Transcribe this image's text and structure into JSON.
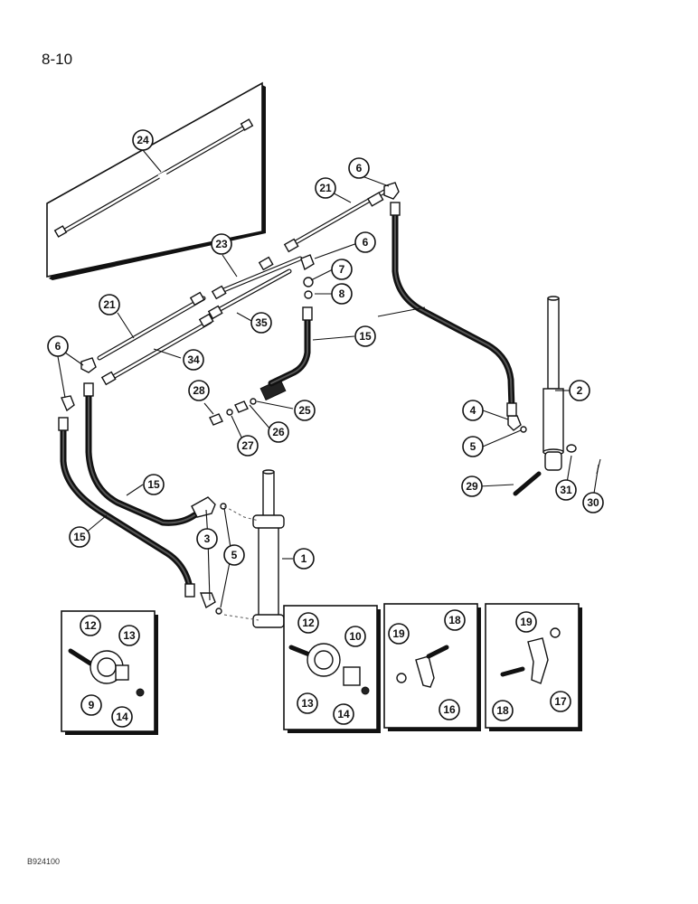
{
  "page_number": "8-10",
  "figure_code": "B924100",
  "callouts": {
    "c24": "24",
    "c6a": "6",
    "c21a": "21",
    "c6b": "6",
    "c23": "23",
    "c7": "7",
    "c8": "8",
    "c21b": "21",
    "c35": "35",
    "c15a": "15",
    "c2": "2",
    "c6c": "6",
    "c34": "34",
    "c28": "28",
    "c25": "25",
    "c26": "26",
    "c27": "27",
    "c4": "4",
    "c5a": "5",
    "c15b": "15",
    "c29": "29",
    "c31": "31",
    "c30": "30",
    "c15c": "15",
    "c3": "3",
    "c5b": "5",
    "c1": "1",
    "c12a": "12",
    "c13a": "13",
    "c9": "9",
    "c14a": "14",
    "c12b": "12",
    "c10": "10",
    "c13b": "13",
    "c14b": "14",
    "c19a": "19",
    "c18a": "18",
    "c16": "16",
    "c19b": "19",
    "c18b": "18",
    "c17": "17"
  }
}
